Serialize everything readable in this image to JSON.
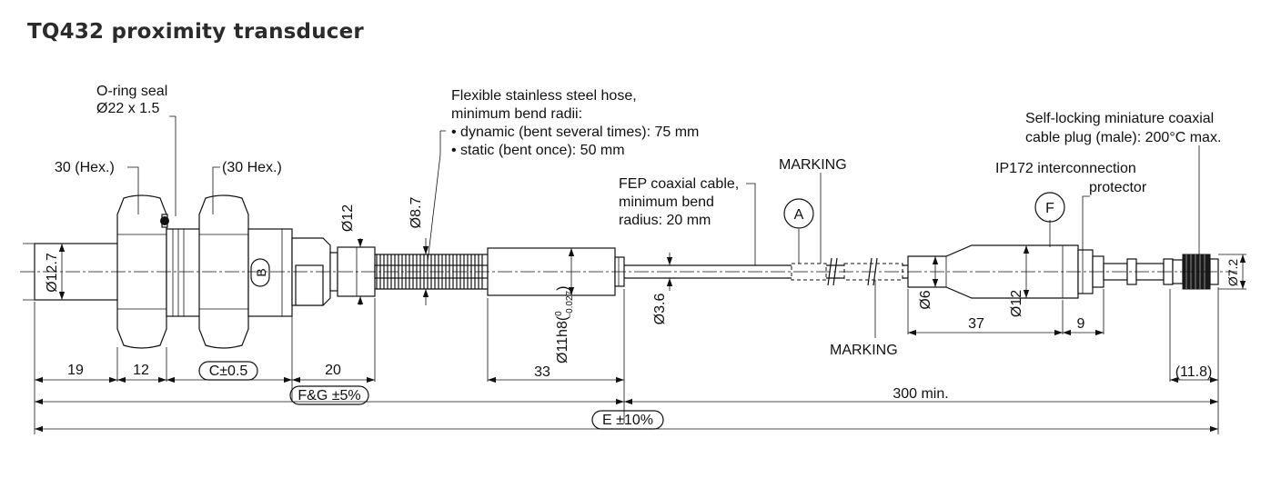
{
  "title": "TQ432 proximity transducer",
  "labels": {
    "oring_line1": "O-ring seal",
    "oring_line2": "Ø22 x 1.5",
    "hex1": "30 (Hex.)",
    "hex2": "(30 Hex.)",
    "hose_line1": "Flexible stainless steel hose,",
    "hose_line2": "minimum bend radii:",
    "hose_line3": "• dynamic (bent several times): 75 mm",
    "hose_line4": "• static (bent once): 50 mm",
    "cable_line1": "FEP coaxial cable,",
    "cable_line2": "minimum bend",
    "cable_line3": "radius: 20 mm",
    "marking_top": "MARKING",
    "marking_bottom": "MARKING",
    "ip172_line1": "IP172 interconnection",
    "ip172_line2": "protector",
    "plug_line1": "Self-locking miniature coaxial",
    "plug_line2": "cable plug (male): 200°C max.",
    "circle_a": "A",
    "circle_b": "B",
    "circle_f": "F"
  },
  "dims": {
    "d12_7": "Ø12.7",
    "d12_a": "Ø12",
    "d8_7": "Ø8.7",
    "d11h8": "Ø11h8(",
    "tol_upper": "0",
    "tol_lower": "-0.027",
    "d11h8_close": ")",
    "d3_6": "Ø3.6",
    "d6": "Ø6",
    "d12_b": "Ø12",
    "d7_2": "Ø7.2",
    "len19": "19",
    "len12": "12",
    "len_c": "C±0.5",
    "len20": "20",
    "len33": "33",
    "len37": "37",
    "len9": "9",
    "len11_8": "(11.8)",
    "len_fg": "F&G ±5%",
    "len300": "300 min.",
    "len_e": "E ±10%"
  }
}
